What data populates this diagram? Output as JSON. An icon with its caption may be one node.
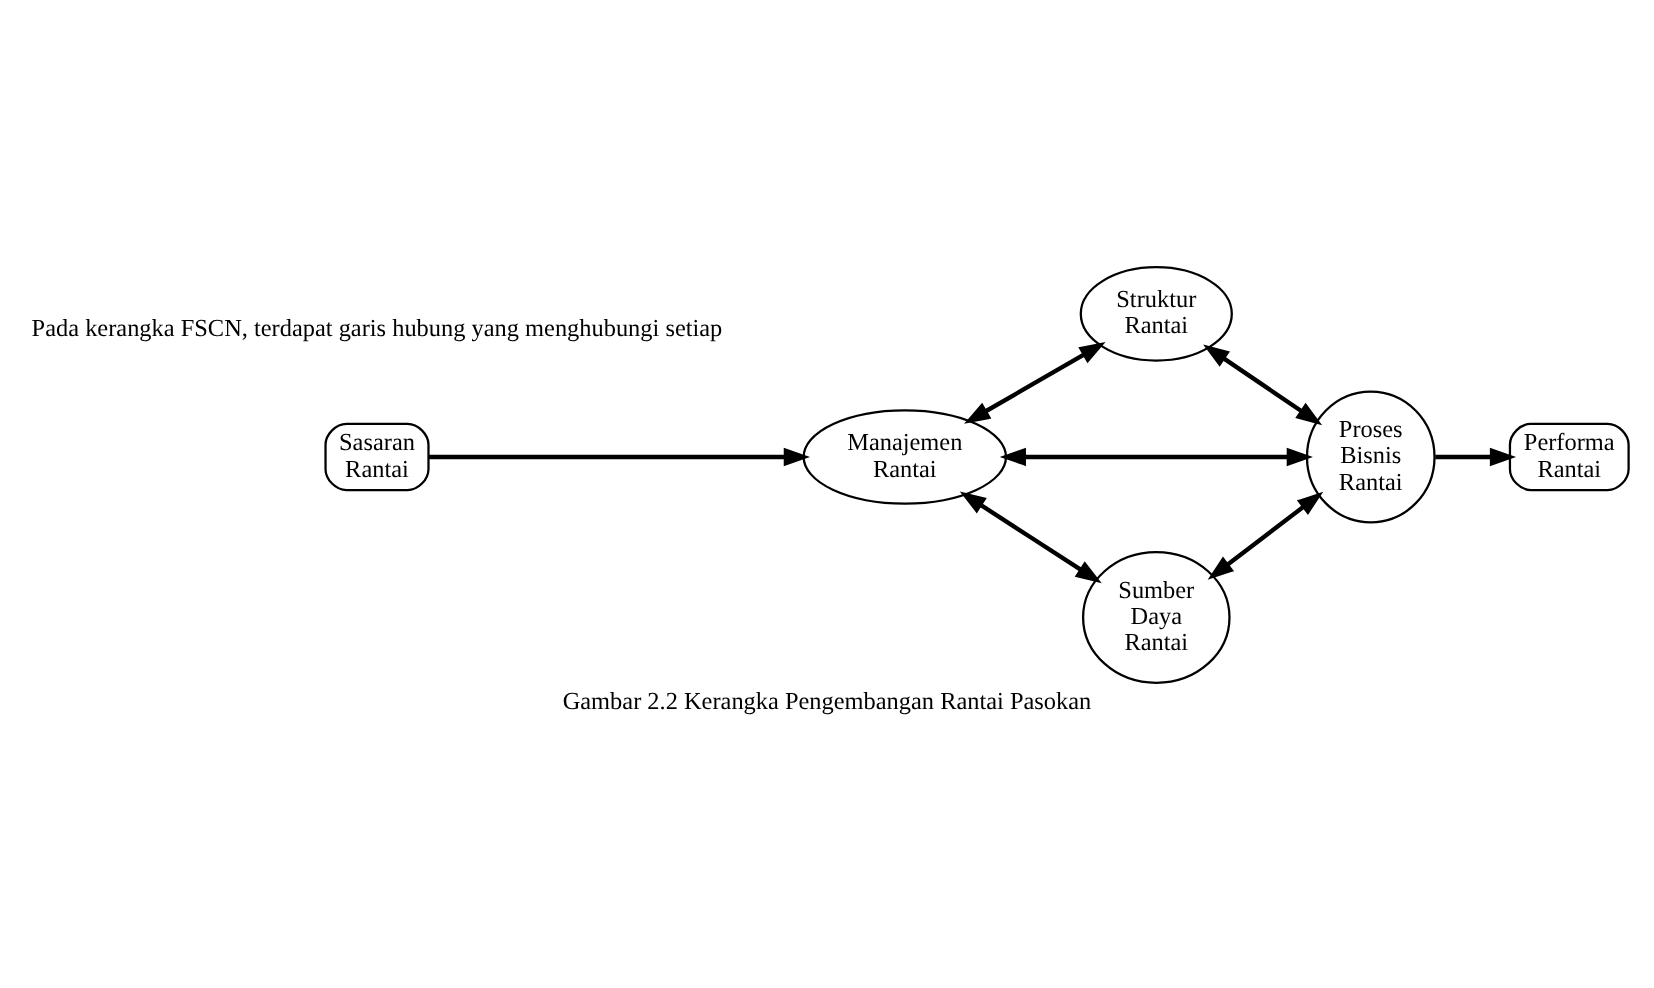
{
  "diagram": {
    "caption": "Gambar 2.2 Kerangka Pengembangan Rantai Pasokan",
    "nodes": [
      {
        "text": [
          "Sasaran Rantai"
        ]
      },
      {
        "text": [
          "Struktur Rantai"
        ]
      },
      {
        "text": [
          "Manajemen Rantai"
        ]
      },
      {
        "text": [
          "Proses Bisnis Rantai"
        ]
      },
      {
        "text": [
          "Performa Rantai"
        ]
      },
      {
        "text": [
          "Sumber Daya Rantai"
        ]
      }
    ],
    "edges": [
      {
        "from": 0,
        "to": 2,
        "arrow": "to"
      },
      {
        "from": 2,
        "to": 1,
        "arrow": "both"
      },
      {
        "from": 1,
        "to": 3,
        "arrow": "both"
      },
      {
        "from": 2,
        "to": 3,
        "arrow": "both"
      },
      {
        "from": 2,
        "to": 5,
        "arrow": "both"
      },
      {
        "from": 5,
        "to": 3,
        "arrow": "both"
      },
      {
        "from": 3,
        "to": 4,
        "arrow": "to"
      }
    ],
    "labels": [
      "Pada kerangka FSCN, terdapat garis hubung yang menghubungi setiap"
    ]
  }
}
